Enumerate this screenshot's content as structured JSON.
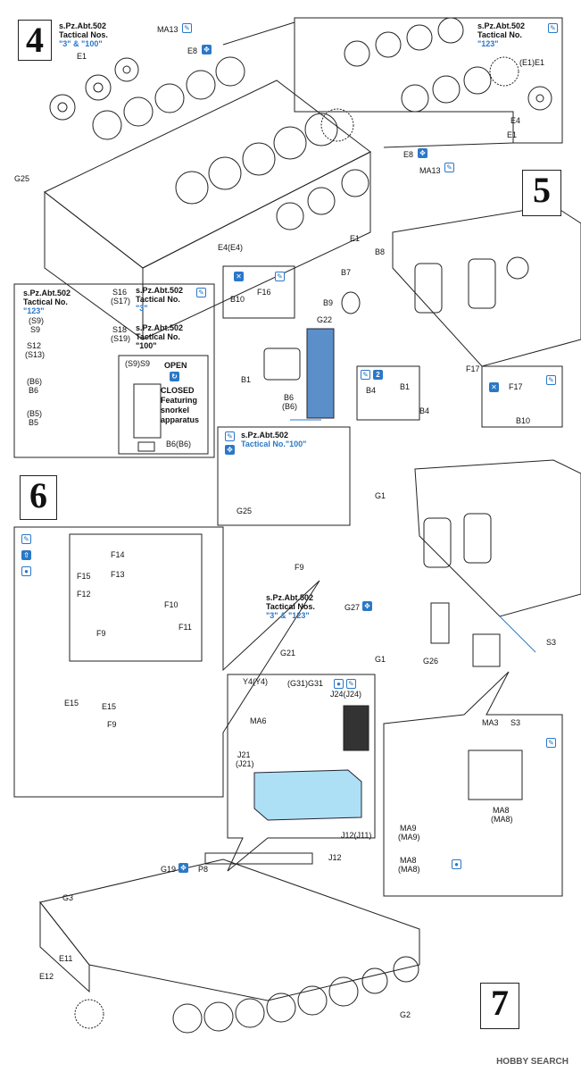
{
  "steps": {
    "s4": "4",
    "s5": "5",
    "s6": "6",
    "s7": "7"
  },
  "step4": {
    "note_main": [
      "s.Pz.Abt.502",
      "Tactical Nos.",
      "\"3\" & \"100\""
    ],
    "note_right": [
      "s.Pz.Abt.502",
      "Tactical No.",
      "\"123\""
    ],
    "labels": {
      "ma13a": "MA13",
      "e8a": "E8",
      "e1a": "E1",
      "g25": "G25",
      "e4e4": "E4(E4)",
      "e1b": "E1",
      "e1e1": "(E1)E1",
      "e4r": "E4",
      "e1r": "E1",
      "e8b": "E8",
      "ma13b": "MA13"
    }
  },
  "step5": {
    "inset_left": {
      "note1": [
        "s.Pz.Abt.502",
        "Tactical No.",
        "\"123\""
      ],
      "note2": [
        "s.Pz.Abt.502",
        "Tactical No.",
        "\"3\""
      ],
      "note3": [
        "s.Pz.Abt.502",
        "Tactical No.",
        "\"100\""
      ],
      "labels": {
        "s9p": "(S9)",
        "s9": "S9",
        "s12": "S12",
        "s13": "(S13)",
        "b6p": "(B6)",
        "b6": "B6",
        "b5p": "(B5)",
        "b5": "B5",
        "s16": "S16",
        "s17": "(S17)",
        "s18": "S18",
        "s19": "(S19)"
      },
      "snorkel": {
        "s9s9": "(S9)S9",
        "open": "OPEN",
        "closed": "CLOSED",
        "featuring": "Featuring",
        "snorkel": "snorkel",
        "apparatus": "apparatus",
        "b6b6": "B6(B6)"
      }
    },
    "labels": {
      "b8": "B8",
      "b7": "B7",
      "b10": "B10",
      "f16": "F16",
      "b9": "B9",
      "g22": "G22",
      "b1": "B1",
      "b6": "B6",
      "b6p": "(B6)",
      "f17": "F17",
      "b4a": "B4",
      "b1b": "B1",
      "b4b": "B4",
      "f17b": "F17",
      "b10b": "B10"
    },
    "inset_g25": {
      "note": [
        "s.Pz.Abt.502",
        "Tactical No.\"100\""
      ],
      "label": "G25"
    },
    "icon_num": "2"
  },
  "step6": {
    "labels": {
      "g1": "G1",
      "f9": "F9",
      "g27": "G27",
      "g21": "G21",
      "g1b": "G1",
      "g26": "G26",
      "s3": "S3"
    },
    "note": [
      "s.Pz.Abt.502",
      "Tactical Nos.",
      "\"3\" & \"123\""
    ],
    "inset": {
      "f14": "F14",
      "f15": "F15",
      "f13": "F13",
      "f12": "F12",
      "f10": "F10",
      "f9": "F9",
      "f11": "F11",
      "e15a": "E15",
      "e15b": "E15",
      "f9b": "F9"
    },
    "inset_ma": {
      "ma3": "MA3",
      "s3": "S3",
      "ma8": "MA8",
      "ma8p": "(MA8)",
      "ma9": "MA9",
      "ma9p": "(MA9)",
      "ma8b": "MA8",
      "ma8bp": "(MA8)"
    }
  },
  "step7": {
    "inset": {
      "y4": "Y4(Y4)",
      "g31": "(G31)G31",
      "ma6": "MA6",
      "j24": "J24(J24)",
      "j21": "J21",
      "j21p": "(J21)",
      "j12": "J12(J11)"
    },
    "labels": {
      "g19": "G19",
      "p8": "P8",
      "j12": "J12",
      "g3": "G3",
      "e11": "E11",
      "e12": "E12",
      "g2": "G2"
    }
  },
  "footer": {
    "brand": "HOBBY SEARCH"
  },
  "colors": {
    "accent": "#2a78c8",
    "part_blue": "#5b8fc9",
    "line": "#222222"
  }
}
